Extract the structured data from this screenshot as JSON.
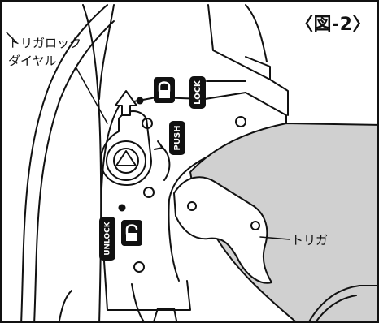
{
  "figure": {
    "title": "〈図-2〉"
  },
  "callouts": {
    "dial": [
      "トリガロック",
      "ダイヤル"
    ],
    "trigger": "トリガ"
  },
  "markings": {
    "lock": "LOCK",
    "push": "PUSH",
    "unlock": "UNLOCK"
  },
  "icons": {
    "lock_closed": "padlock-closed-icon",
    "lock_open": "padlock-open-icon",
    "arrow": "arrow-up-icon"
  },
  "colors": {
    "line": "#111111",
    "shade": "#d0d0d0"
  }
}
